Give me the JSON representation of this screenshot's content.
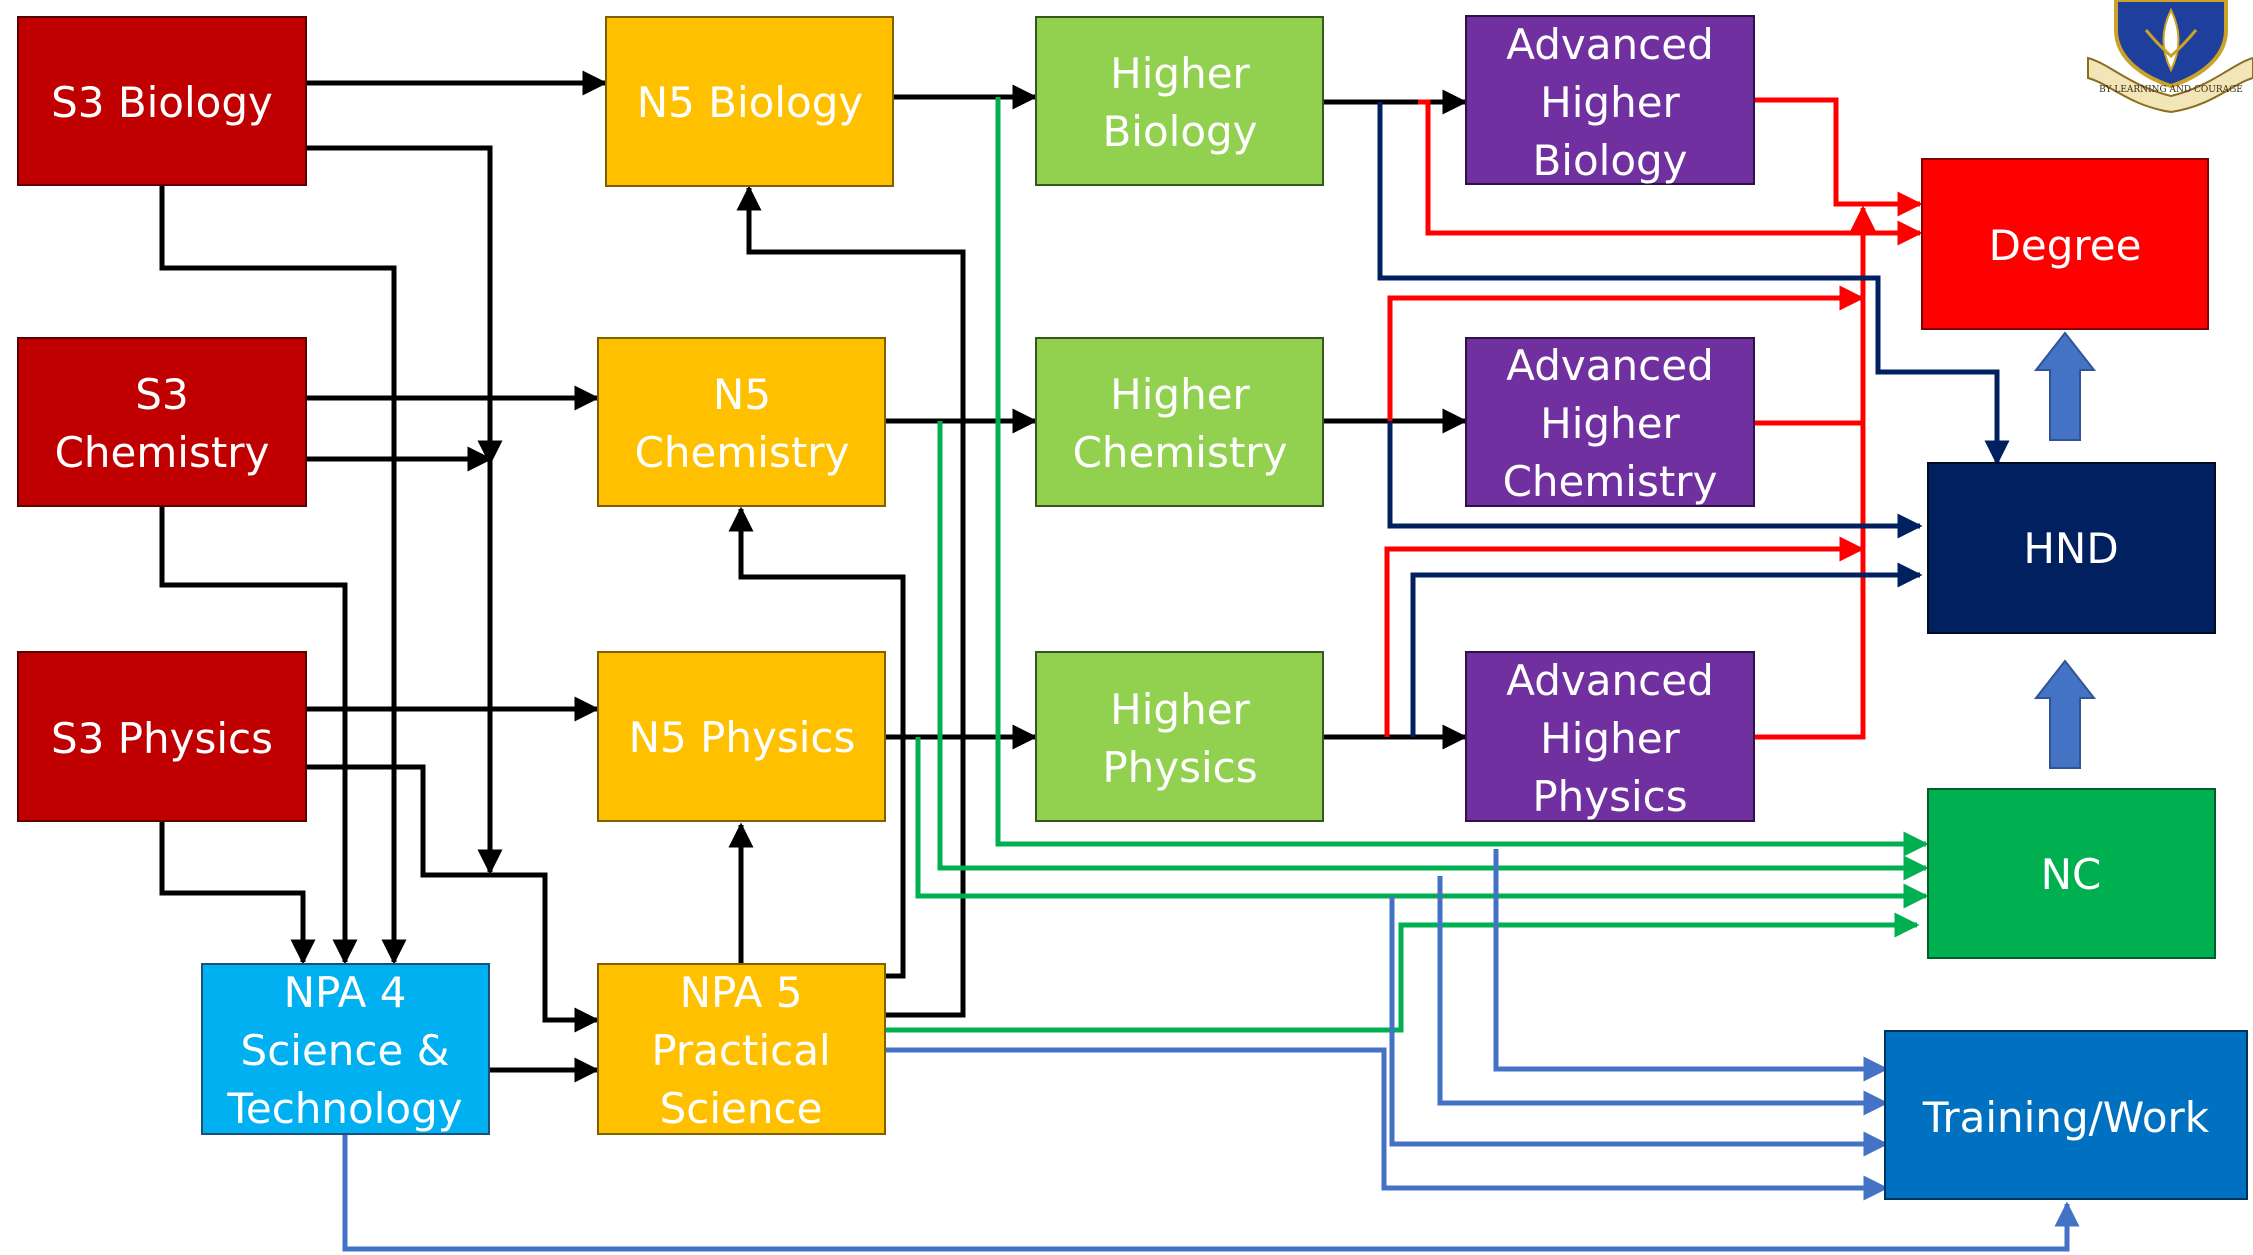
{
  "colors": {
    "s3": "#c00000",
    "n5": "#ffc000",
    "higher": "#92d050",
    "advanced": "#7030a0",
    "npa4": "#00b0f0",
    "degree": "#ff0000",
    "hnd": "#002060",
    "nc": "#00b050",
    "training": "#0070c0",
    "line_black": "#000000",
    "line_red": "#ff0000",
    "line_navy": "#002060",
    "line_green": "#00b050",
    "line_blue": "#4472c4",
    "up_arrow": "#4472c4"
  },
  "boxes": {
    "s3_biology": [
      "S3 Biology"
    ],
    "s3_chemistry": [
      "S3",
      "Chemistry"
    ],
    "s3_physics": [
      "S3 Physics"
    ],
    "n5_biology": [
      "N5 Biology"
    ],
    "n5_chemistry": [
      "N5",
      "Chemistry"
    ],
    "n5_physics": [
      "N5 Physics"
    ],
    "higher_biology": [
      "Higher",
      "Biology"
    ],
    "higher_chemistry": [
      "Higher",
      "Chemistry"
    ],
    "higher_physics": [
      "Higher",
      "Physics"
    ],
    "adv_biology": [
      "Advanced",
      "Higher",
      "Biology"
    ],
    "adv_chemistry": [
      "Advanced",
      "Higher",
      "Chemistry"
    ],
    "adv_physics": [
      "Advanced",
      "Higher",
      "Physics"
    ],
    "npa4": [
      "NPA 4",
      "Science &",
      "Technology"
    ],
    "npa5": [
      "NPA 5",
      "Practical",
      "Science"
    ],
    "degree": [
      "Degree"
    ],
    "hnd": [
      "HND"
    ],
    "nc": [
      "NC"
    ],
    "training": [
      "Training/Work"
    ]
  },
  "logo": {
    "icon": "school-crest-icon",
    "motto": "BY LEARNING AND COURAGE"
  }
}
